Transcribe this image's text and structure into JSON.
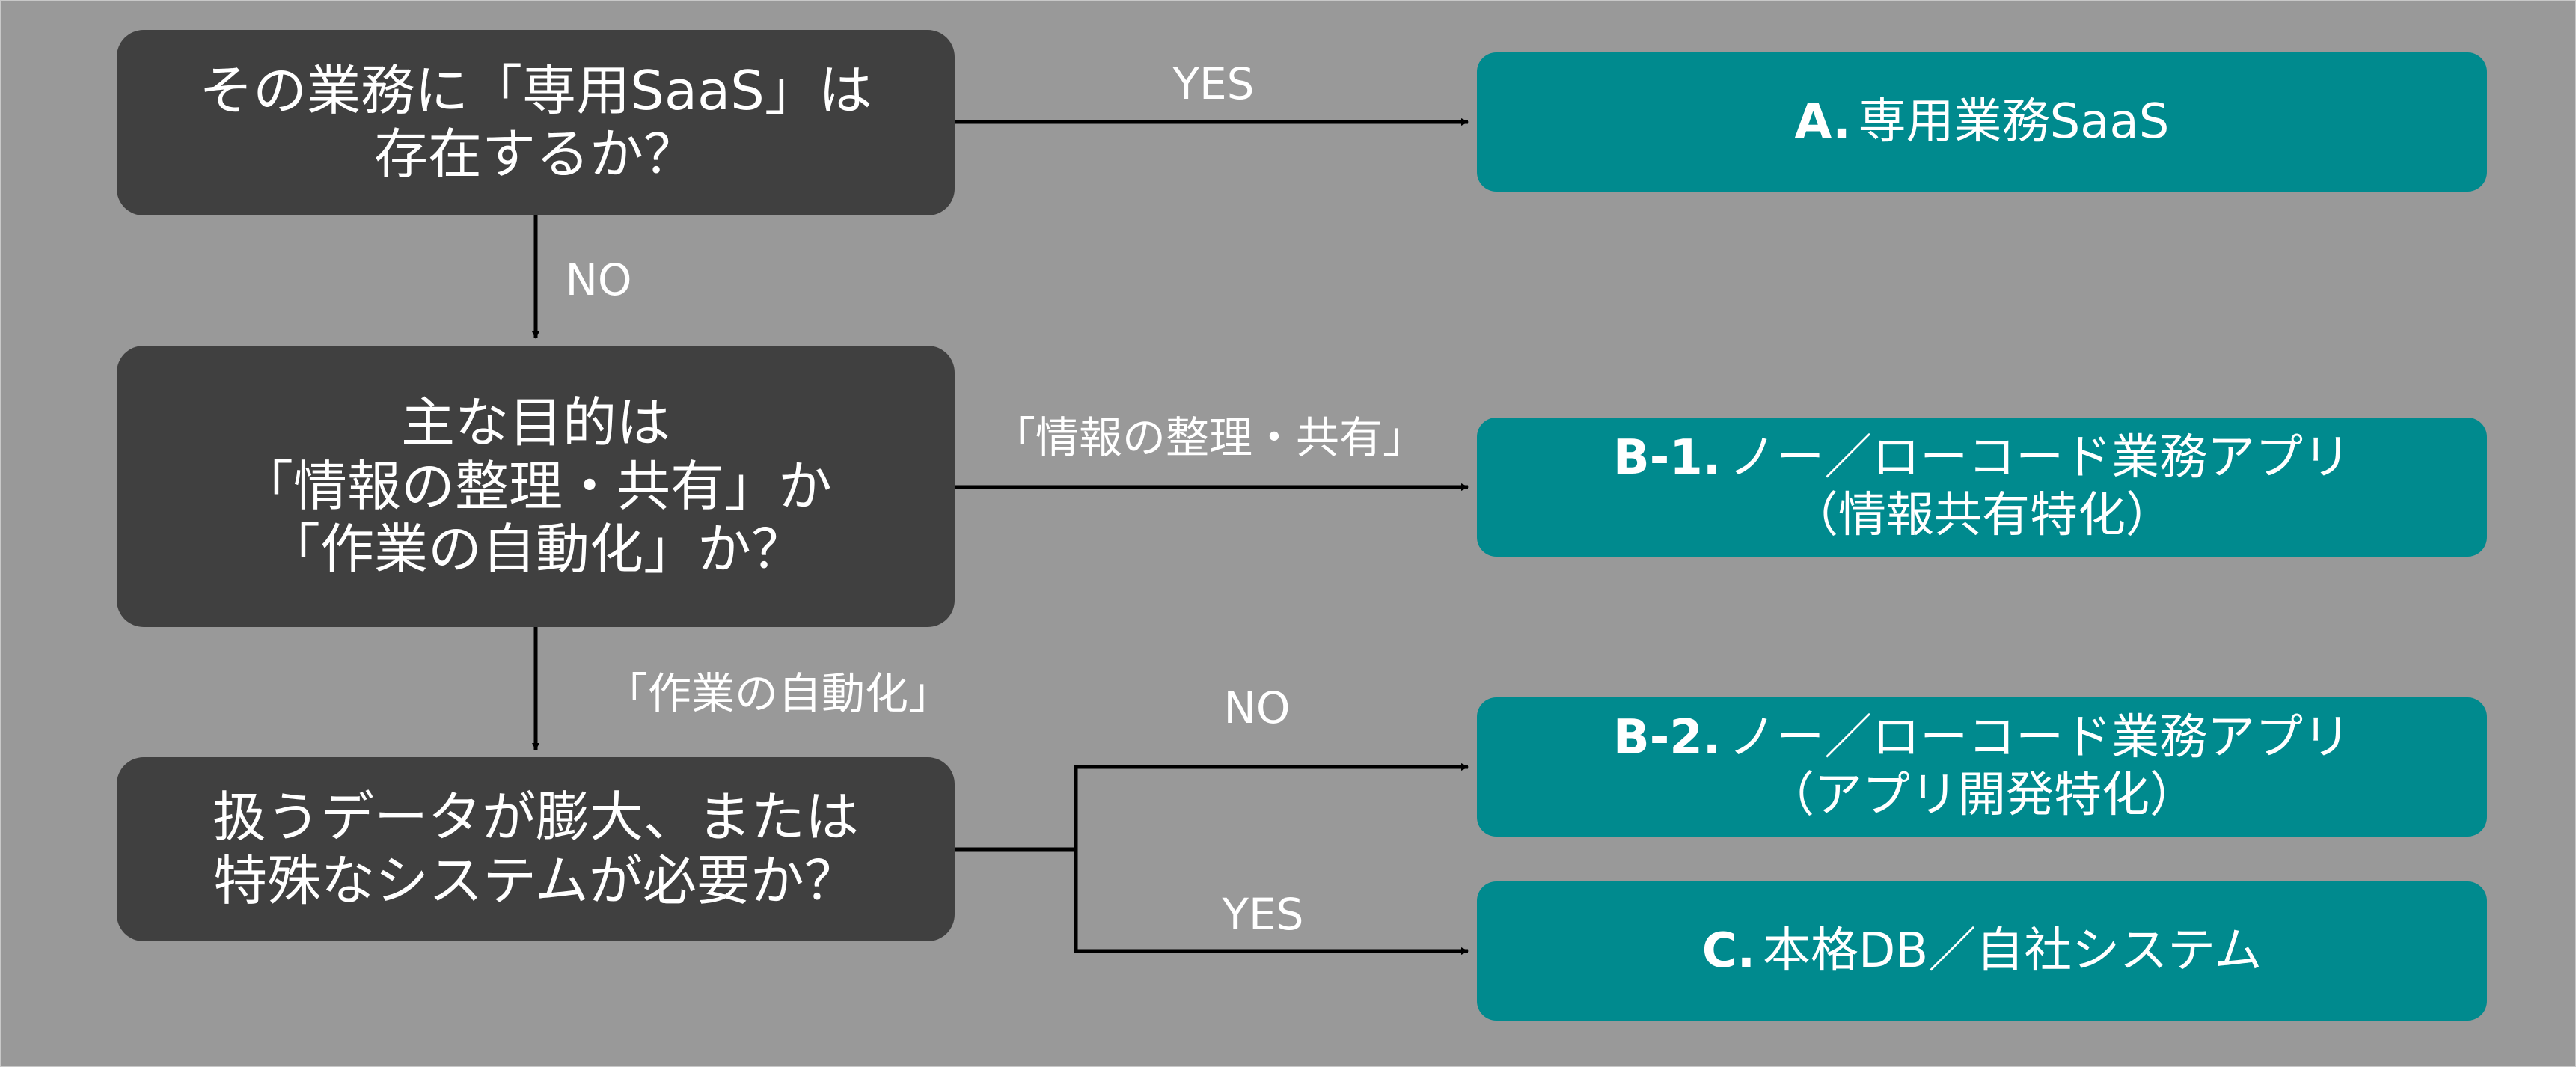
{
  "colors": {
    "background": "#999999",
    "question_box": "#404040",
    "result_box": "#008a8e",
    "text": "#ffffff",
    "arrow": "#000000"
  },
  "questions": [
    {
      "lines": [
        "その業務に「専用SaaS」は",
        "存在するか？"
      ]
    },
    {
      "lines": [
        "主な目的は",
        "「情報の整理・共有」か",
        "「作業の自動化」か？"
      ]
    },
    {
      "lines": [
        "扱うデータが膨大、または",
        "特殊なシステムが必要か？"
      ]
    }
  ],
  "results": [
    {
      "id": "A.",
      "title": "専用業務SaaS",
      "sub": ""
    },
    {
      "id": "B-1.",
      "title": "ノー／ローコード業務アプリ",
      "sub": "（情報共有特化）"
    },
    {
      "id": "B-2.",
      "title": "ノー／ローコード業務アプリ",
      "sub": "（アプリ開発特化）"
    },
    {
      "id": "C.",
      "title": "本格DB／自社システム",
      "sub": ""
    }
  ],
  "edges": [
    {
      "label": "YES"
    },
    {
      "label": "NO"
    },
    {
      "label": "「情報の整理・共有」"
    },
    {
      "label": "「作業の自動化」"
    },
    {
      "label": "NO"
    },
    {
      "label": "YES"
    }
  ]
}
